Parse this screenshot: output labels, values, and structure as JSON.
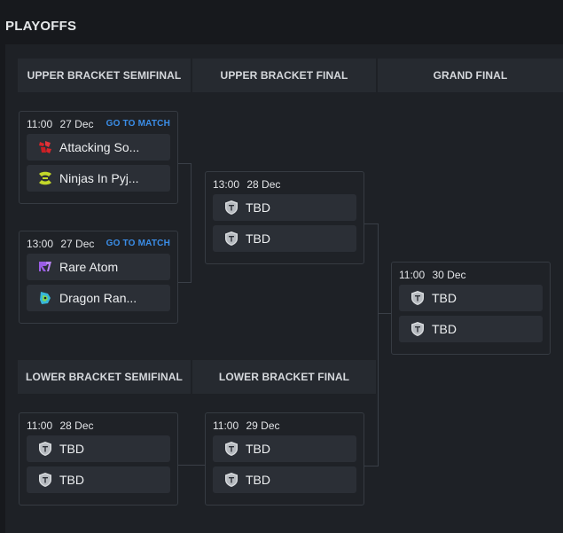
{
  "page": {
    "title": "PLAYOFFS"
  },
  "headers": {
    "ub_semi": "UPPER BRACKET SEMIFINAL",
    "ub_final": "UPPER BRACKET FINAL",
    "grand_final": "GRAND FINAL",
    "lb_semi": "LOWER BRACKET SEMIFINAL",
    "lb_final": "LOWER BRACKET FINAL"
  },
  "matches": {
    "ub_semi_1": {
      "time": "11:00",
      "date": "27 Dec",
      "link": "GO TO MATCH",
      "team1": {
        "name": "Attacking So...",
        "icon": "attacking-soul-logo-icon"
      },
      "team2": {
        "name": "Ninjas In Pyj...",
        "icon": "ninjas-in-pyjamas-logo-icon"
      }
    },
    "ub_semi_2": {
      "time": "13:00",
      "date": "27 Dec",
      "link": "GO TO MATCH",
      "team1": {
        "name": "Rare Atom",
        "icon": "rare-atom-logo-icon"
      },
      "team2": {
        "name": "Dragon Ran...",
        "icon": "dragon-ranger-logo-icon"
      }
    },
    "ub_final": {
      "time": "13:00",
      "date": "28 Dec",
      "team1": {
        "name": "TBD",
        "icon": "tbd-shield-icon"
      },
      "team2": {
        "name": "TBD",
        "icon": "tbd-shield-icon"
      }
    },
    "grand_final": {
      "time": "11:00",
      "date": "30 Dec",
      "team1": {
        "name": "TBD",
        "icon": "tbd-shield-icon"
      },
      "team2": {
        "name": "TBD",
        "icon": "tbd-shield-icon"
      }
    },
    "lb_semi": {
      "time": "11:00",
      "date": "28 Dec",
      "team1": {
        "name": "TBD",
        "icon": "tbd-shield-icon"
      },
      "team2": {
        "name": "TBD",
        "icon": "tbd-shield-icon"
      }
    },
    "lb_final": {
      "time": "11:00",
      "date": "29 Dec",
      "team1": {
        "name": "TBD",
        "icon": "tbd-shield-icon"
      },
      "team2": {
        "name": "TBD",
        "icon": "tbd-shield-icon"
      }
    }
  },
  "colors": {
    "link": "#3b8ee8",
    "background": "#17191d",
    "panel": "#1e2126"
  }
}
